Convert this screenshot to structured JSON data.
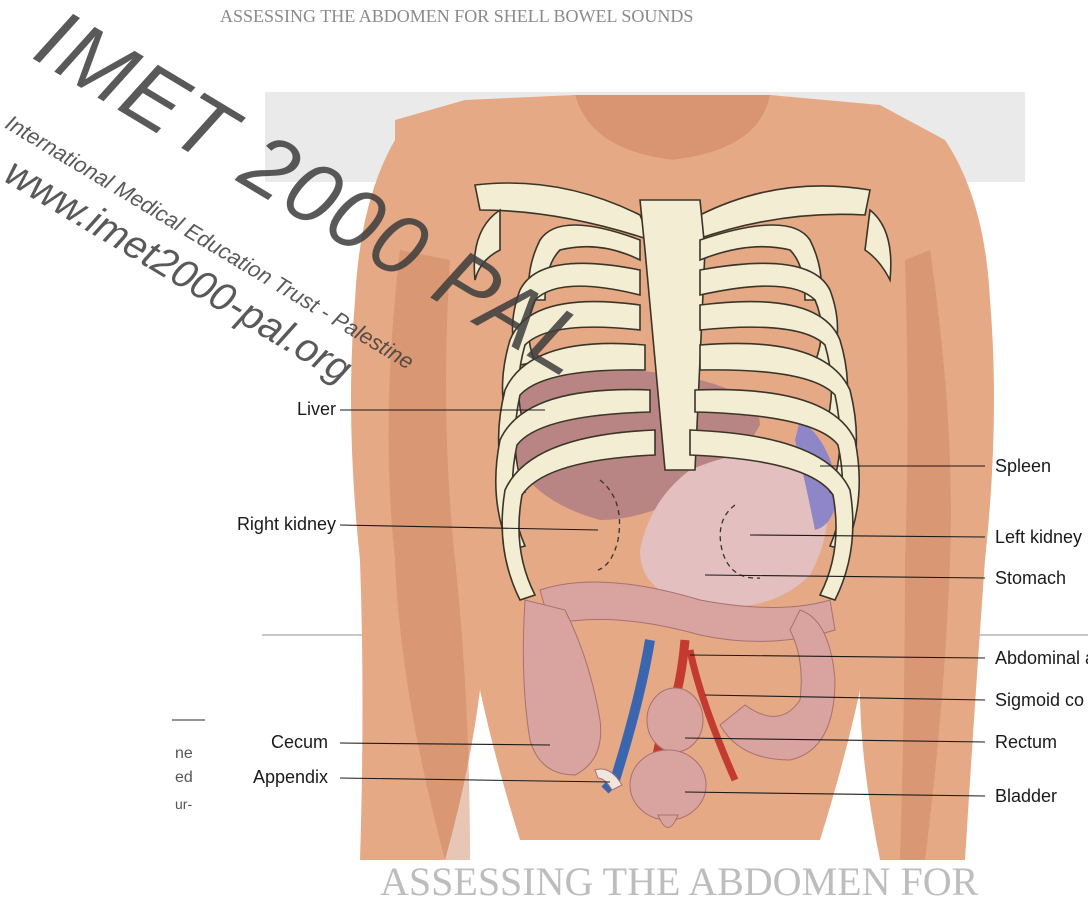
{
  "header_text": "ASSESSING THE ABDOMEN FOR SHELL BOWEL SOUNDS",
  "footer_text": "ASSESSING THE ABDOMEN FOR",
  "watermark": {
    "main": "IMET 2000 PAL",
    "org": "International Medical Education Trust - Palestine",
    "url": "www.imet2000-pal.org"
  },
  "left_fragments": [
    "ne",
    "ed",
    "ur-"
  ],
  "labels": {
    "liver": "Liver",
    "right_kidney": "Right kidney",
    "cecum": "Cecum",
    "appendix": "Appendix",
    "spleen": "Spleen",
    "left_kidney": "Left kidney",
    "stomach": "Stomach",
    "abdominal_aorta": "Abdominal a",
    "sigmoid_colon": "Sigmoid co",
    "rectum": "Rectum",
    "bladder": "Bladder"
  },
  "colors": {
    "skin": "#e6a985",
    "skin_shadow": "#c9805d",
    "bone": "#f3edd3",
    "bone_outline": "#3a3528",
    "organ": "#c89090",
    "organ_light": "#e4bfbf",
    "colon": "#d9a3a0",
    "spleen": "#8e86c6",
    "vein": "#3a66b0",
    "artery": "#c23a30"
  }
}
